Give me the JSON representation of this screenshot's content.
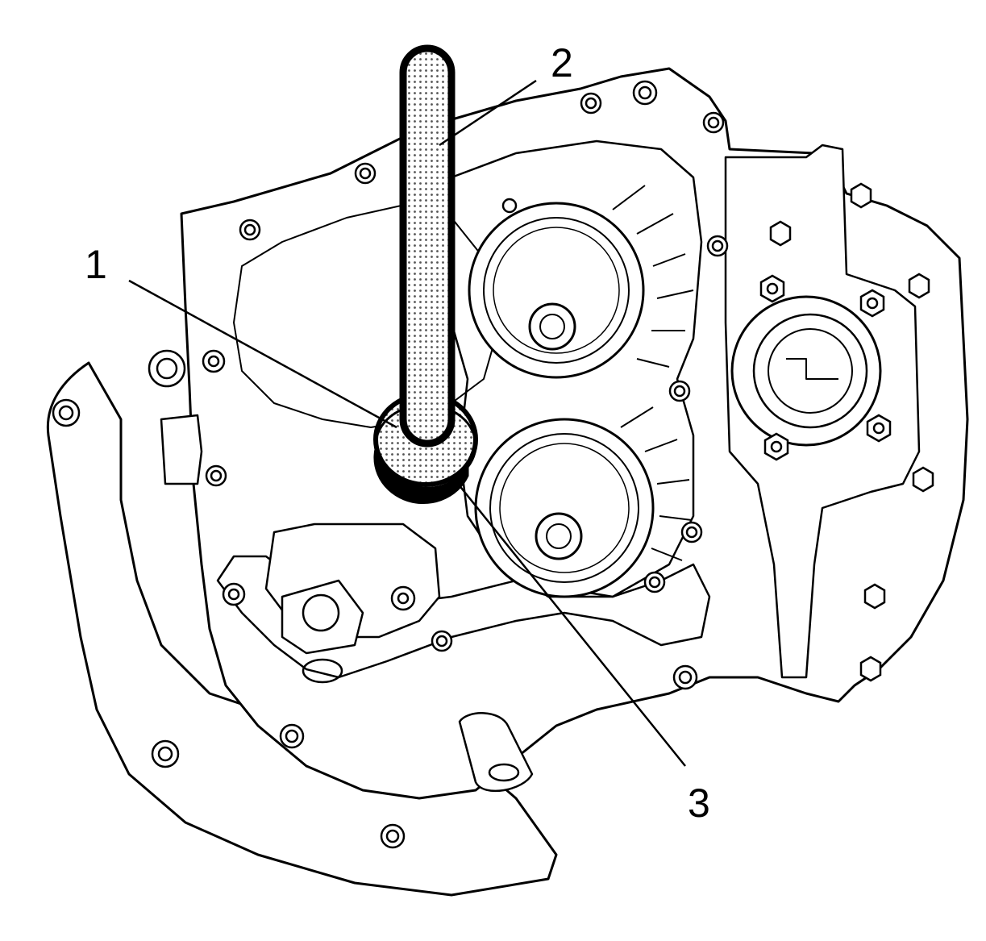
{
  "figure": {
    "callouts": [
      {
        "number": "1"
      },
      {
        "number": "2"
      },
      {
        "number": "3"
      }
    ]
  },
  "colors": {
    "line": "#000000",
    "background": "#ffffff",
    "highlight_dot": "#555555"
  }
}
